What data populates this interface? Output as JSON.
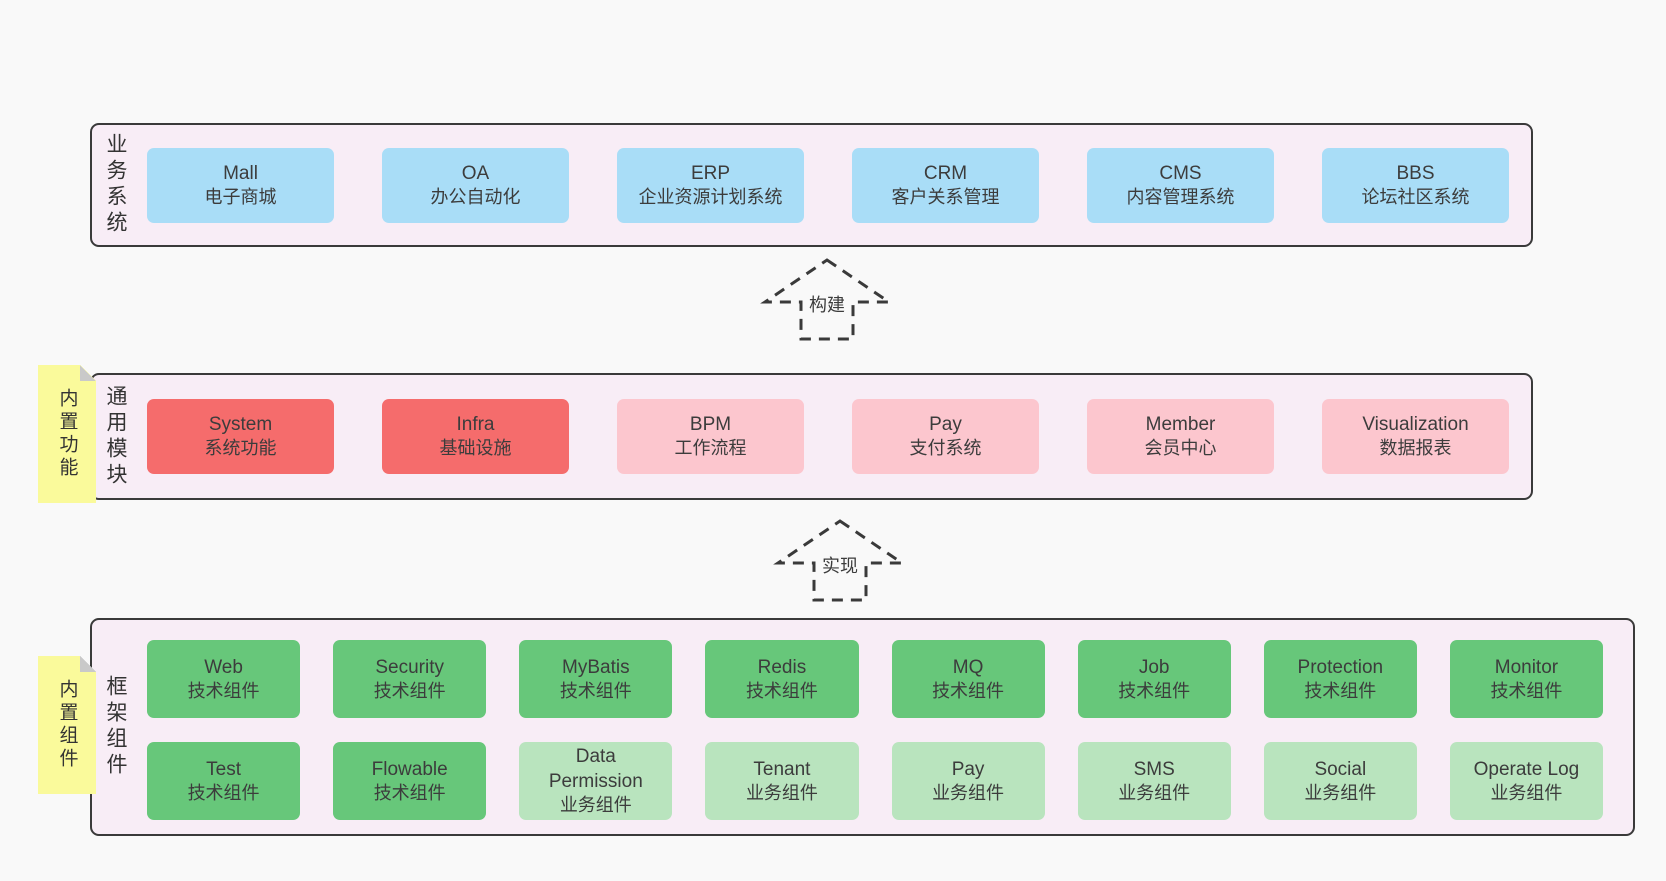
{
  "colors": {
    "page_bg": "#f9f9f9",
    "layer_bg": "#f8edf6",
    "layer_border": "#3a3a3a",
    "business_box": "#a9ddf7",
    "module_core_box": "#f56c6c",
    "module_box": "#fcc6ce",
    "tech_component_box": "#67c77a",
    "biz_component_box": "#b9e4be",
    "note_bg": "#fafa9b",
    "note_fold": "#c9c9c9",
    "text": "#3c3c3c"
  },
  "arrows": {
    "build_label": "构建",
    "implement_label": "实现"
  },
  "layers": {
    "business": {
      "label": "业务系统",
      "boxes": [
        {
          "title": "Mall",
          "subtitle": "电子商城"
        },
        {
          "title": "OA",
          "subtitle": "办公自动化"
        },
        {
          "title": "ERP",
          "subtitle": "企业资源计划系统"
        },
        {
          "title": "CRM",
          "subtitle": "客户关系管理"
        },
        {
          "title": "CMS",
          "subtitle": "内容管理系统"
        },
        {
          "title": "BBS",
          "subtitle": "论坛社区系统"
        }
      ]
    },
    "modules": {
      "label": "通用模块",
      "note": "内置功能",
      "boxes": [
        {
          "title": "System",
          "subtitle": "系统功能"
        },
        {
          "title": "Infra",
          "subtitle": "基础设施"
        },
        {
          "title": "BPM",
          "subtitle": "工作流程"
        },
        {
          "title": "Pay",
          "subtitle": "支付系统"
        },
        {
          "title": "Member",
          "subtitle": "会员中心"
        },
        {
          "title": "Visualization",
          "subtitle": "数据报表"
        }
      ]
    },
    "components": {
      "label": "框架组件",
      "note": "内置组件",
      "row1": [
        {
          "title": "Web",
          "subtitle": "技术组件"
        },
        {
          "title": "Security",
          "subtitle": "技术组件"
        },
        {
          "title": "MyBatis",
          "subtitle": "技术组件"
        },
        {
          "title": "Redis",
          "subtitle": "技术组件"
        },
        {
          "title": "MQ",
          "subtitle": "技术组件"
        },
        {
          "title": "Job",
          "subtitle": "技术组件"
        },
        {
          "title": "Protection",
          "subtitle": "技术组件"
        },
        {
          "title": "Monitor",
          "subtitle": "技术组件"
        }
      ],
      "row2": [
        {
          "title": "Test",
          "subtitle": "技术组件"
        },
        {
          "title": "Flowable",
          "subtitle": "技术组件"
        },
        {
          "title": "Data\nPermission",
          "subtitle": "业务组件"
        },
        {
          "title": "Tenant",
          "subtitle": "业务组件"
        },
        {
          "title": "Pay",
          "subtitle": "业务组件"
        },
        {
          "title": "SMS",
          "subtitle": "业务组件"
        },
        {
          "title": "Social",
          "subtitle": "业务组件"
        },
        {
          "title": "Operate Log",
          "subtitle": "业务组件"
        }
      ]
    }
  }
}
